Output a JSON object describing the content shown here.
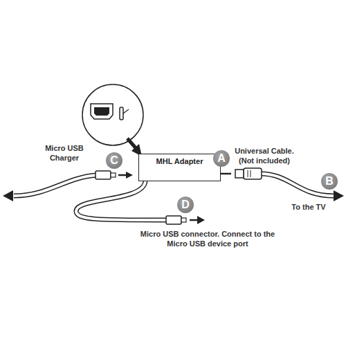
{
  "diagram": {
    "nodes": [
      {
        "text": [
          "MHL Adapter"
        ]
      },
      {
        "text": [
          "C"
        ]
      },
      {
        "text": [
          "A"
        ]
      },
      {
        "text": [
          "B"
        ]
      },
      {
        "text": [
          "D"
        ]
      }
    ],
    "labels": [
      "Micro USB Charger",
      "Universal Cable. (Not included)",
      "To the TV",
      "Micro USB connector. Connect to the Micro USB device port"
    ]
  }
}
